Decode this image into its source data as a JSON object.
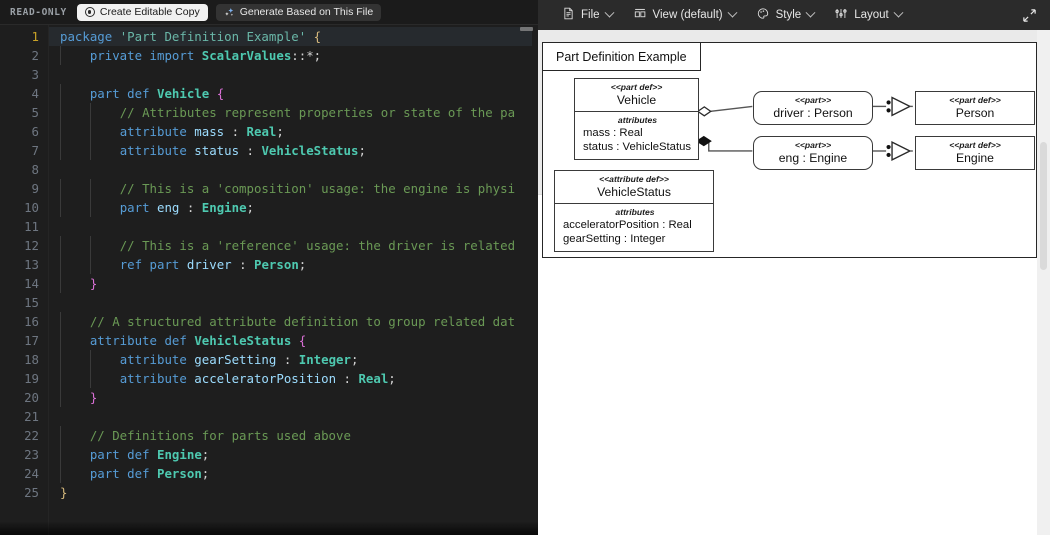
{
  "editor": {
    "readonly_label": "READ-ONLY",
    "create_copy_label": "Create Editable Copy",
    "generate_label": "Generate Based on This File",
    "icons": {
      "copy": "target-circle-icon",
      "generate": "sparkle-icon"
    },
    "active_line": 1,
    "line_count": 25,
    "lines": [
      {
        "n": 1,
        "tokens": [
          {
            "t": "package",
            "c": "kw"
          },
          {
            "t": " ",
            "c": "pun"
          },
          {
            "t": "'Part Definition Example'",
            "c": "str"
          },
          {
            "t": " ",
            "c": "pun"
          },
          {
            "t": "{",
            "c": "brace-y"
          }
        ]
      },
      {
        "n": 2,
        "indent": 1,
        "tokens": [
          {
            "t": "private",
            "c": "kw"
          },
          {
            "t": " ",
            "c": "pun"
          },
          {
            "t": "import",
            "c": "kw"
          },
          {
            "t": " ",
            "c": "pun"
          },
          {
            "t": "ScalarValues",
            "c": "type"
          },
          {
            "t": "::*;",
            "c": "pun"
          }
        ]
      },
      {
        "n": 3,
        "tokens": []
      },
      {
        "n": 4,
        "indent": 1,
        "tokens": [
          {
            "t": "part",
            "c": "kw"
          },
          {
            "t": " ",
            "c": "pun"
          },
          {
            "t": "def",
            "c": "kw"
          },
          {
            "t": " ",
            "c": "pun"
          },
          {
            "t": "Vehicle",
            "c": "type"
          },
          {
            "t": " ",
            "c": "pun"
          },
          {
            "t": "{",
            "c": "brace-p"
          }
        ]
      },
      {
        "n": 5,
        "indent": 2,
        "tokens": [
          {
            "t": "// Attributes represent properties or state of the pa",
            "c": "cmt"
          }
        ]
      },
      {
        "n": 6,
        "indent": 2,
        "tokens": [
          {
            "t": "attribute",
            "c": "kw"
          },
          {
            "t": " ",
            "c": "pun"
          },
          {
            "t": "mass",
            "c": "id"
          },
          {
            "t": " : ",
            "c": "op"
          },
          {
            "t": "Real",
            "c": "type"
          },
          {
            "t": ";",
            "c": "pun"
          }
        ]
      },
      {
        "n": 7,
        "indent": 2,
        "tokens": [
          {
            "t": "attribute",
            "c": "kw"
          },
          {
            "t": " ",
            "c": "pun"
          },
          {
            "t": "status",
            "c": "id"
          },
          {
            "t": " : ",
            "c": "op"
          },
          {
            "t": "VehicleStatus",
            "c": "type"
          },
          {
            "t": ";",
            "c": "pun"
          }
        ]
      },
      {
        "n": 8,
        "tokens": []
      },
      {
        "n": 9,
        "indent": 2,
        "tokens": [
          {
            "t": "// This is a 'composition' usage: the engine is physi",
            "c": "cmt"
          }
        ]
      },
      {
        "n": 10,
        "indent": 2,
        "tokens": [
          {
            "t": "part",
            "c": "kw"
          },
          {
            "t": " ",
            "c": "pun"
          },
          {
            "t": "eng",
            "c": "id"
          },
          {
            "t": " : ",
            "c": "op"
          },
          {
            "t": "Engine",
            "c": "type"
          },
          {
            "t": ";",
            "c": "pun"
          }
        ]
      },
      {
        "n": 11,
        "tokens": []
      },
      {
        "n": 12,
        "indent": 2,
        "tokens": [
          {
            "t": "// This is a 'reference' usage: the driver is related",
            "c": "cmt"
          }
        ]
      },
      {
        "n": 13,
        "indent": 2,
        "tokens": [
          {
            "t": "ref",
            "c": "kw"
          },
          {
            "t": " ",
            "c": "pun"
          },
          {
            "t": "part",
            "c": "kw"
          },
          {
            "t": " ",
            "c": "pun"
          },
          {
            "t": "driver",
            "c": "id"
          },
          {
            "t": " : ",
            "c": "op"
          },
          {
            "t": "Person",
            "c": "type"
          },
          {
            "t": ";",
            "c": "pun"
          }
        ]
      },
      {
        "n": 14,
        "indent": 1,
        "tokens": [
          {
            "t": "}",
            "c": "brace-p"
          }
        ]
      },
      {
        "n": 15,
        "tokens": []
      },
      {
        "n": 16,
        "indent": 1,
        "tokens": [
          {
            "t": "// A structured attribute definition to group related dat",
            "c": "cmt"
          }
        ]
      },
      {
        "n": 17,
        "indent": 1,
        "tokens": [
          {
            "t": "attribute",
            "c": "kw"
          },
          {
            "t": " ",
            "c": "pun"
          },
          {
            "t": "def",
            "c": "kw"
          },
          {
            "t": " ",
            "c": "pun"
          },
          {
            "t": "VehicleStatus",
            "c": "type"
          },
          {
            "t": " ",
            "c": "pun"
          },
          {
            "t": "{",
            "c": "brace-p"
          }
        ]
      },
      {
        "n": 18,
        "indent": 2,
        "tokens": [
          {
            "t": "attribute",
            "c": "kw"
          },
          {
            "t": " ",
            "c": "pun"
          },
          {
            "t": "gearSetting",
            "c": "id"
          },
          {
            "t": " : ",
            "c": "op"
          },
          {
            "t": "Integer",
            "c": "type"
          },
          {
            "t": ";",
            "c": "pun"
          }
        ]
      },
      {
        "n": 19,
        "indent": 2,
        "tokens": [
          {
            "t": "attribute",
            "c": "kw"
          },
          {
            "t": " ",
            "c": "pun"
          },
          {
            "t": "acceleratorPosition",
            "c": "id"
          },
          {
            "t": " : ",
            "c": "op"
          },
          {
            "t": "Real",
            "c": "type"
          },
          {
            "t": ";",
            "c": "pun"
          }
        ]
      },
      {
        "n": 20,
        "indent": 1,
        "tokens": [
          {
            "t": "}",
            "c": "brace-p"
          }
        ]
      },
      {
        "n": 21,
        "tokens": []
      },
      {
        "n": 22,
        "indent": 1,
        "tokens": [
          {
            "t": "// Definitions for parts used above",
            "c": "cmt"
          }
        ]
      },
      {
        "n": 23,
        "indent": 1,
        "tokens": [
          {
            "t": "part",
            "c": "kw"
          },
          {
            "t": " ",
            "c": "pun"
          },
          {
            "t": "def",
            "c": "kw"
          },
          {
            "t": " ",
            "c": "pun"
          },
          {
            "t": "Engine",
            "c": "type"
          },
          {
            "t": ";",
            "c": "pun"
          }
        ]
      },
      {
        "n": 24,
        "indent": 1,
        "tokens": [
          {
            "t": "part",
            "c": "kw"
          },
          {
            "t": " ",
            "c": "pun"
          },
          {
            "t": "def",
            "c": "kw"
          },
          {
            "t": " ",
            "c": "pun"
          },
          {
            "t": "Person",
            "c": "type"
          },
          {
            "t": ";",
            "c": "pun"
          }
        ]
      },
      {
        "n": 25,
        "tokens": [
          {
            "t": "}",
            "c": "brace-y"
          }
        ]
      }
    ]
  },
  "view": {
    "toolbar": [
      {
        "label": "File",
        "icon": "file-icon",
        "caret": true,
        "name": "menu-file"
      },
      {
        "label": "View (default)",
        "icon": "view-icon",
        "caret": true,
        "name": "menu-view"
      },
      {
        "label": "Style",
        "icon": "palette-icon",
        "caret": true,
        "name": "menu-style"
      },
      {
        "label": "Layout",
        "icon": "layout-icon",
        "caret": true,
        "name": "menu-layout"
      }
    ],
    "expand_icon": "expand-diagonal-icon",
    "diagram": {
      "frame_title": "Part Definition Example",
      "nodes": [
        {
          "id": "vehicle",
          "stereotype": "<<part def>>",
          "name": "Vehicle",
          "shape": "rect",
          "compartment_title": "attributes",
          "features": [
            "mass : Real",
            "status : VehicleStatus"
          ]
        },
        {
          "id": "driver",
          "stereotype": "<<part>>",
          "name": "driver : Person",
          "shape": "rounded"
        },
        {
          "id": "person",
          "stereotype": "<<part def>>",
          "name": "Person",
          "shape": "rect"
        },
        {
          "id": "eng",
          "stereotype": "<<part>>",
          "name": "eng : Engine",
          "shape": "rounded"
        },
        {
          "id": "engine",
          "stereotype": "<<part def>>",
          "name": "Engine",
          "shape": "rect"
        },
        {
          "id": "vehiclestatus",
          "stereotype": "<<attribute def>>",
          "name": "VehicleStatus",
          "shape": "rect",
          "compartment_title": "attributes",
          "features": [
            "acceleratorPosition : Real",
            "gearSetting : Integer"
          ]
        }
      ],
      "edges": [
        {
          "from": "vehicle",
          "to": "driver",
          "kind": "reference",
          "end": "hollow-diamond"
        },
        {
          "from": "vehicle",
          "to": "eng",
          "kind": "composition",
          "end": "filled-diamond"
        },
        {
          "from": "driver",
          "to": "person",
          "kind": "defined-by",
          "end": "hollow-triangle"
        },
        {
          "from": "eng",
          "to": "engine",
          "kind": "defined-by",
          "end": "hollow-triangle"
        }
      ]
    }
  },
  "colors": {
    "editor_bg": "#1e1e1e",
    "toolbar_bg": "#2b2b2b",
    "canvas_grey": "#eaeaea",
    "keyword": "#569cd6",
    "type": "#4ec9b0",
    "comment": "#6a9955",
    "string": "#6ab7a8"
  }
}
